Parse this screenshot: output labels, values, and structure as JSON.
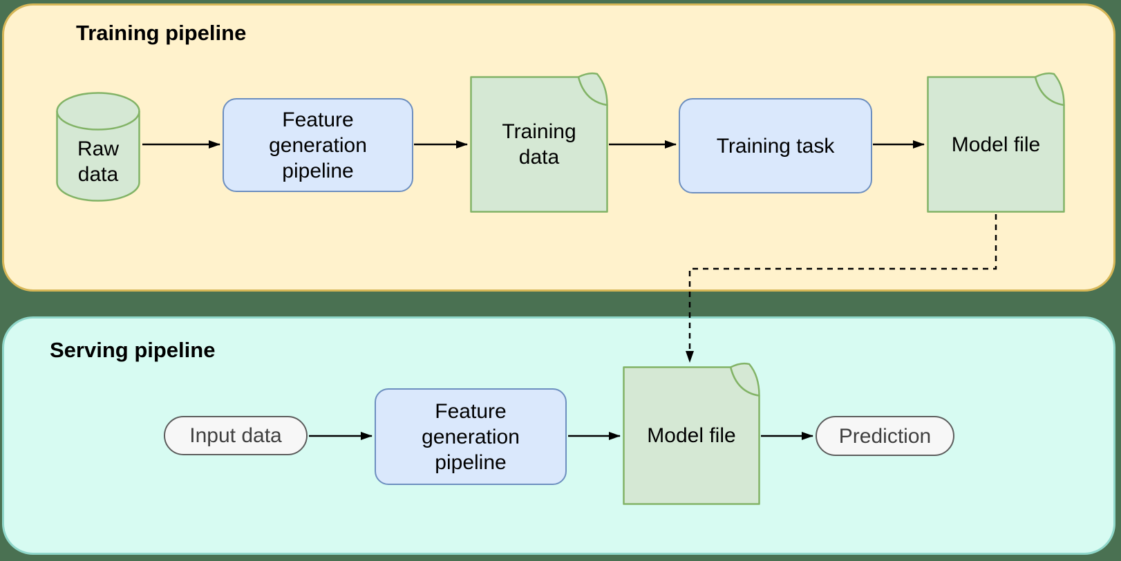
{
  "diagram": {
    "training_pipeline": {
      "title": "Training pipeline",
      "nodes": {
        "raw_data": {
          "label": "Raw\ndata",
          "shape": "database-cylinder"
        },
        "feature_generation": {
          "label": "Feature\ngeneration\npipeline",
          "shape": "rounded-process"
        },
        "training_data": {
          "label": "Training\ndata",
          "shape": "file-document"
        },
        "training_task": {
          "label": "Training task",
          "shape": "rounded-process"
        },
        "model_file": {
          "label": "Model file",
          "shape": "file-document"
        }
      }
    },
    "serving_pipeline": {
      "title": "Serving pipeline",
      "nodes": {
        "input_data": {
          "label": "Input data",
          "shape": "pill-terminal"
        },
        "feature_generation": {
          "label": "Feature\ngeneration\npipeline",
          "shape": "rounded-process"
        },
        "model_file": {
          "label": "Model file",
          "shape": "file-document"
        },
        "prediction": {
          "label": "Prediction",
          "shape": "pill-terminal"
        }
      }
    },
    "connections": [
      {
        "from": "training.raw_data",
        "to": "training.feature_generation",
        "style": "solid"
      },
      {
        "from": "training.feature_generation",
        "to": "training.training_data",
        "style": "solid"
      },
      {
        "from": "training.training_data",
        "to": "training.training_task",
        "style": "solid"
      },
      {
        "from": "training.training_task",
        "to": "training.model_file",
        "style": "solid"
      },
      {
        "from": "training.model_file",
        "to": "serving.model_file",
        "style": "dashed"
      },
      {
        "from": "serving.input_data",
        "to": "serving.feature_generation",
        "style": "solid"
      },
      {
        "from": "serving.feature_generation",
        "to": "serving.model_file",
        "style": "solid"
      },
      {
        "from": "serving.model_file",
        "to": "serving.prediction",
        "style": "solid"
      }
    ],
    "colors": {
      "canvas_background": "#4a7152",
      "training_panel_fill": "#fff2cc",
      "training_panel_border": "#d6b656",
      "serving_panel_fill": "#d7fbf2",
      "serving_panel_border": "#8fd7ca",
      "process_fill": "#dae8fc",
      "process_border": "#6c8ebf",
      "data_shape_fill": "#d5e8d4",
      "data_shape_border": "#82b366",
      "terminal_fill": "#f7f7f7",
      "terminal_border": "#5c5c5c",
      "arrow_color": "#000000",
      "text_color": "#000000",
      "terminal_text_color": "#3f3f3f"
    }
  }
}
